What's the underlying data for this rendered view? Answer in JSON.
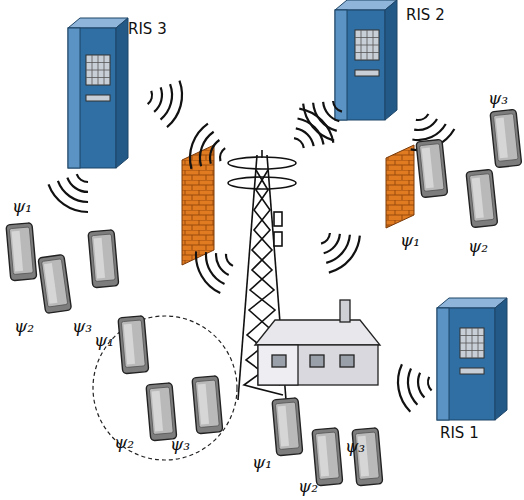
{
  "diagram": {
    "nodes": [
      {
        "text": [
          "RIS 3"
        ]
      },
      {
        "text": [
          "RIS 2"
        ]
      },
      {
        "text": [
          "RIS 1"
        ]
      }
    ],
    "labels": [
      "ψ₁",
      "ψ₂",
      "ψ₃",
      "ψ₃",
      "ψ₁",
      "ψ₂",
      "ψ₁",
      "ψ₂",
      "ψ₃",
      "ψ₁",
      "ψ₂",
      "ψ₃"
    ]
  }
}
